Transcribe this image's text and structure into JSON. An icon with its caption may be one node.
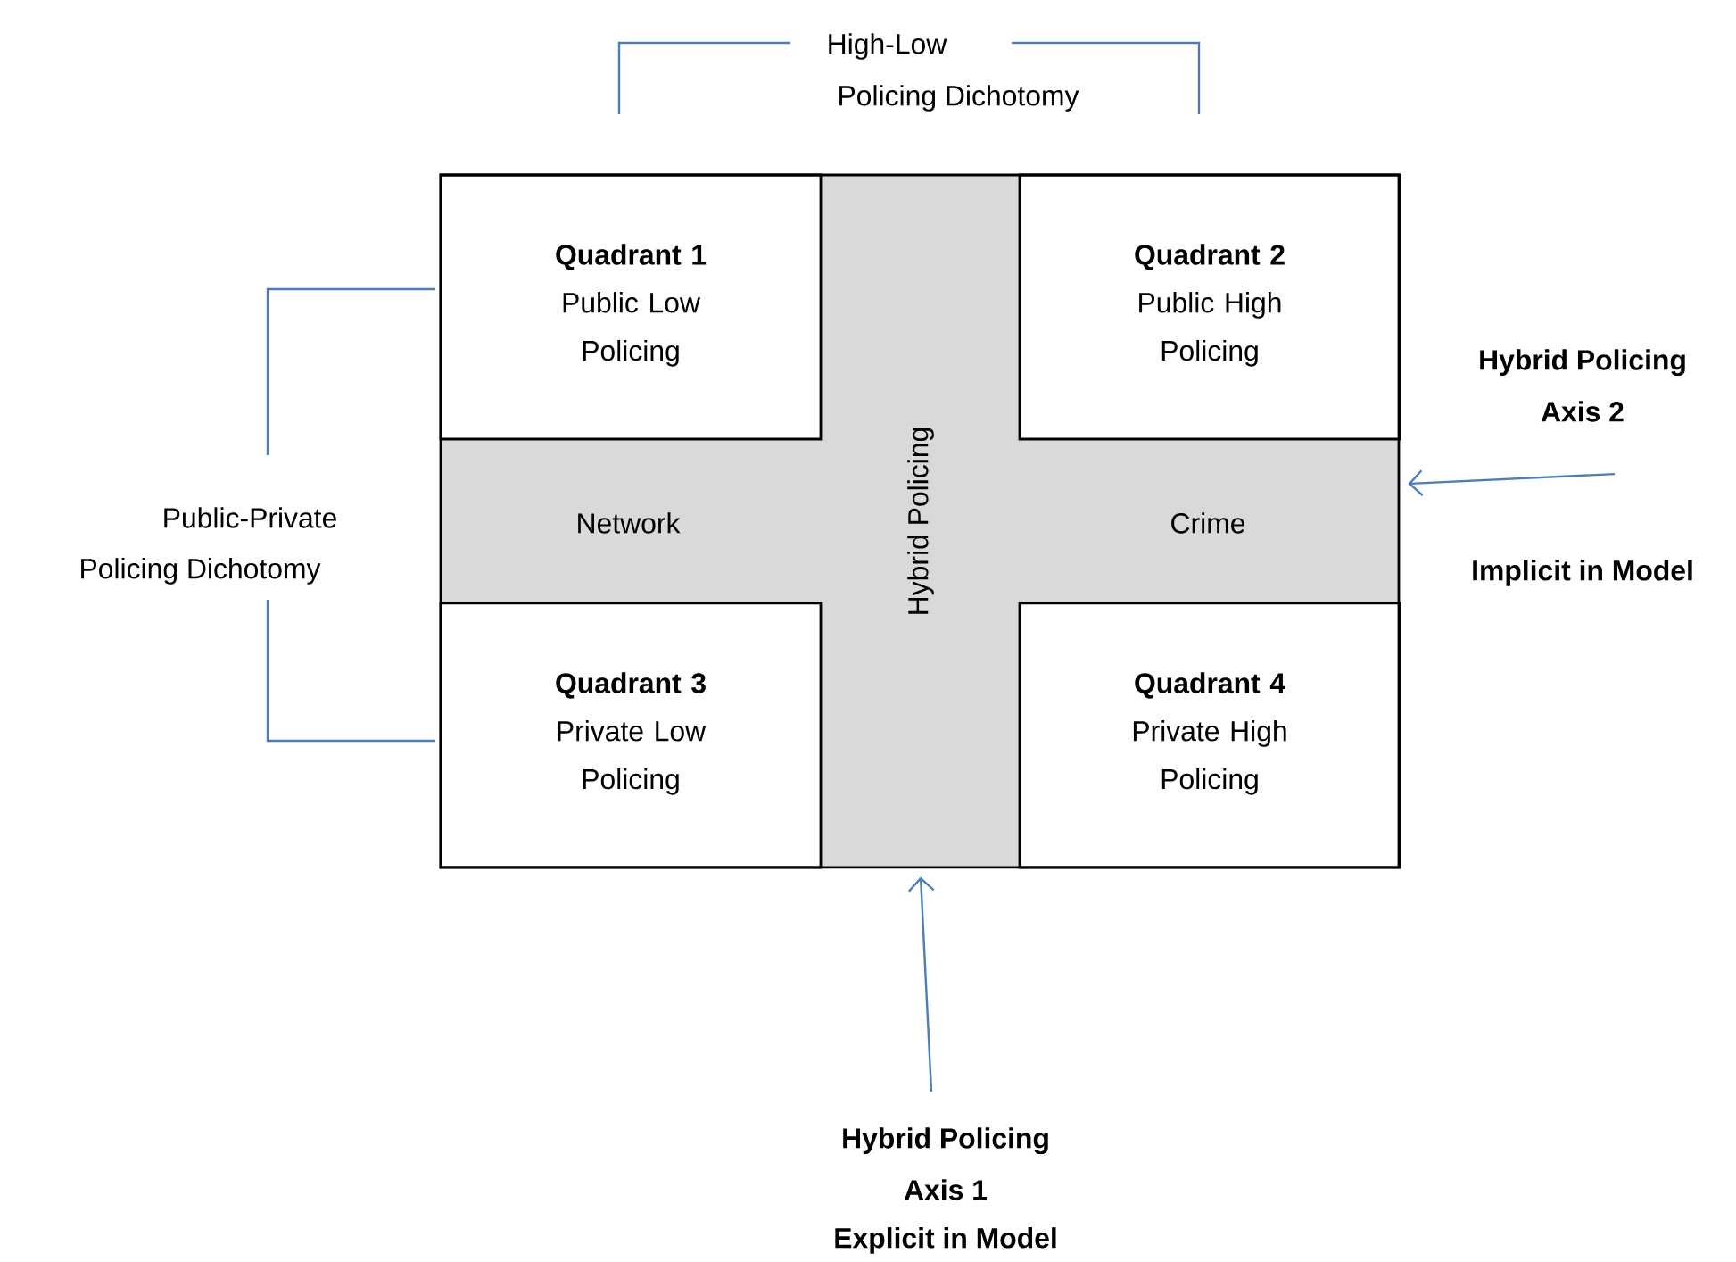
{
  "diagram": {
    "nodes": [
      {
        "text": [
          "Quadrant 1",
          "Public Low Policing"
        ]
      },
      {
        "text": [
          "Hybrid Policing"
        ]
      },
      {
        "text": [
          "Quadrant 2",
          "Public High Policing"
        ]
      },
      {
        "text": [
          "Network",
          "Crime"
        ]
      },
      {
        "text": [
          "Quadrant 3",
          "Private Low Policing"
        ]
      },
      {
        "text": [
          "Quadrant 4",
          "Private High Policing"
        ]
      },
      {
        "text": [
          "Hybrid Policing Axis 2",
          "Implicit in Model"
        ]
      },
      {
        "text": [
          "Hybrid Policing Axis 1",
          "Explicit in Model"
        ]
      }
    ],
    "edges": [
      {
        "from": 6,
        "to": 3,
        "arrow": "to"
      },
      {
        "from": 7,
        "to": 1,
        "arrow": "to"
      }
    ],
    "labels": [
      "High-Low",
      "Policing Dichotomy",
      "Public-Private",
      "Policing Dichotomy"
    ]
  }
}
